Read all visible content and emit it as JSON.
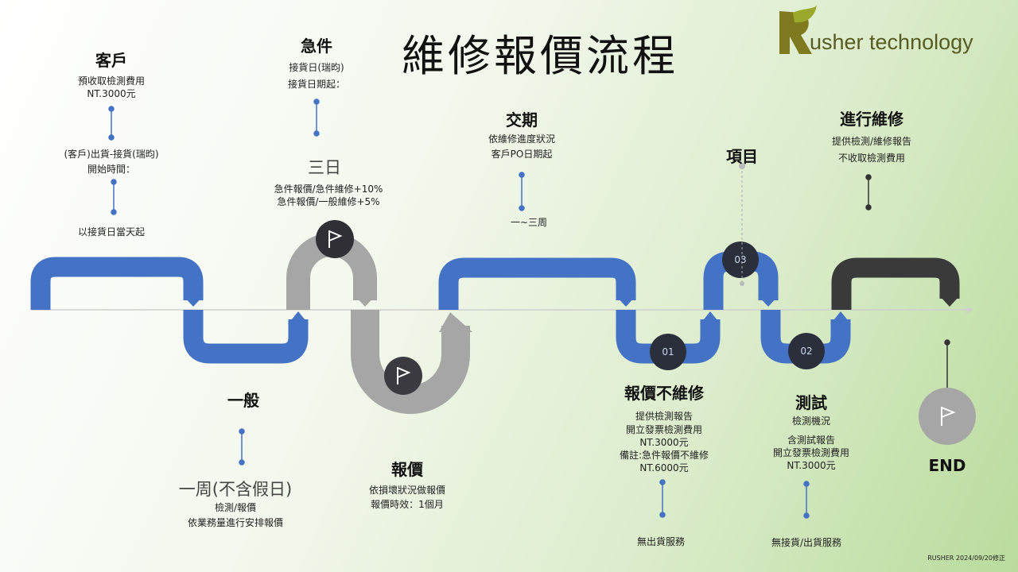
{
  "title": "維修報價流程",
  "logo": {
    "text": "usher  technology"
  },
  "footer": "RUSHER 2024/09/20修正",
  "nodes": {
    "customer": {
      "heading": "客戶",
      "line1": "預收取檢測費用",
      "line2": "NT.3000元",
      "line3": "(客戶)出貨-接貨(瑞昀)",
      "line4": "開始時間：",
      "line5": "以接貨日當天起"
    },
    "urgent": {
      "heading": "急件",
      "line1": "接貨日(瑞昀)",
      "line2": "接貨日期起：",
      "big": "三日",
      "line3": "急件報價/急件維修+10%",
      "line4": "急件報價/一般維修+5%"
    },
    "general": {
      "heading": "一般",
      "big": "一周(不含假日)",
      "line1": "檢測/報價",
      "line2": "依業務量進行安排報價"
    },
    "quote": {
      "heading": "報價",
      "line1": "依損壞狀況做報價",
      "line2": "報價時效：1個月"
    },
    "delivery": {
      "heading": "交期",
      "line1": "依維修進度狀況",
      "line2": "客戶PO日期起",
      "line3": "一~三周"
    },
    "item": {
      "heading": "項目"
    },
    "no_repair": {
      "heading": "報價不維修",
      "line1": "提供檢測報告",
      "line2": "開立發票檢測費用",
      "line3": "NT.3000元",
      "line4": "備註:急件報價不維修",
      "line5": "NT.6000元",
      "line6": "無出貨服務"
    },
    "test": {
      "heading": "測試",
      "line1": "檢測機況",
      "line2": "含測試報告",
      "line3": "開立發票檢測費用",
      "line4": "NT.3000元",
      "line5": "無接貨/出貨服務"
    },
    "repair": {
      "heading": "進行維修",
      "line1": "提供檢測/維修報告",
      "line2": "不收取檢測費用"
    },
    "end": {
      "heading": "END"
    }
  },
  "badges": {
    "b01": "01",
    "b02": "02",
    "b03": "03"
  },
  "colors": {
    "blue": "#4472c4",
    "gray": "#a6a6a6",
    "dark": "#3a3a3a",
    "circle": "#2b2f3b"
  }
}
